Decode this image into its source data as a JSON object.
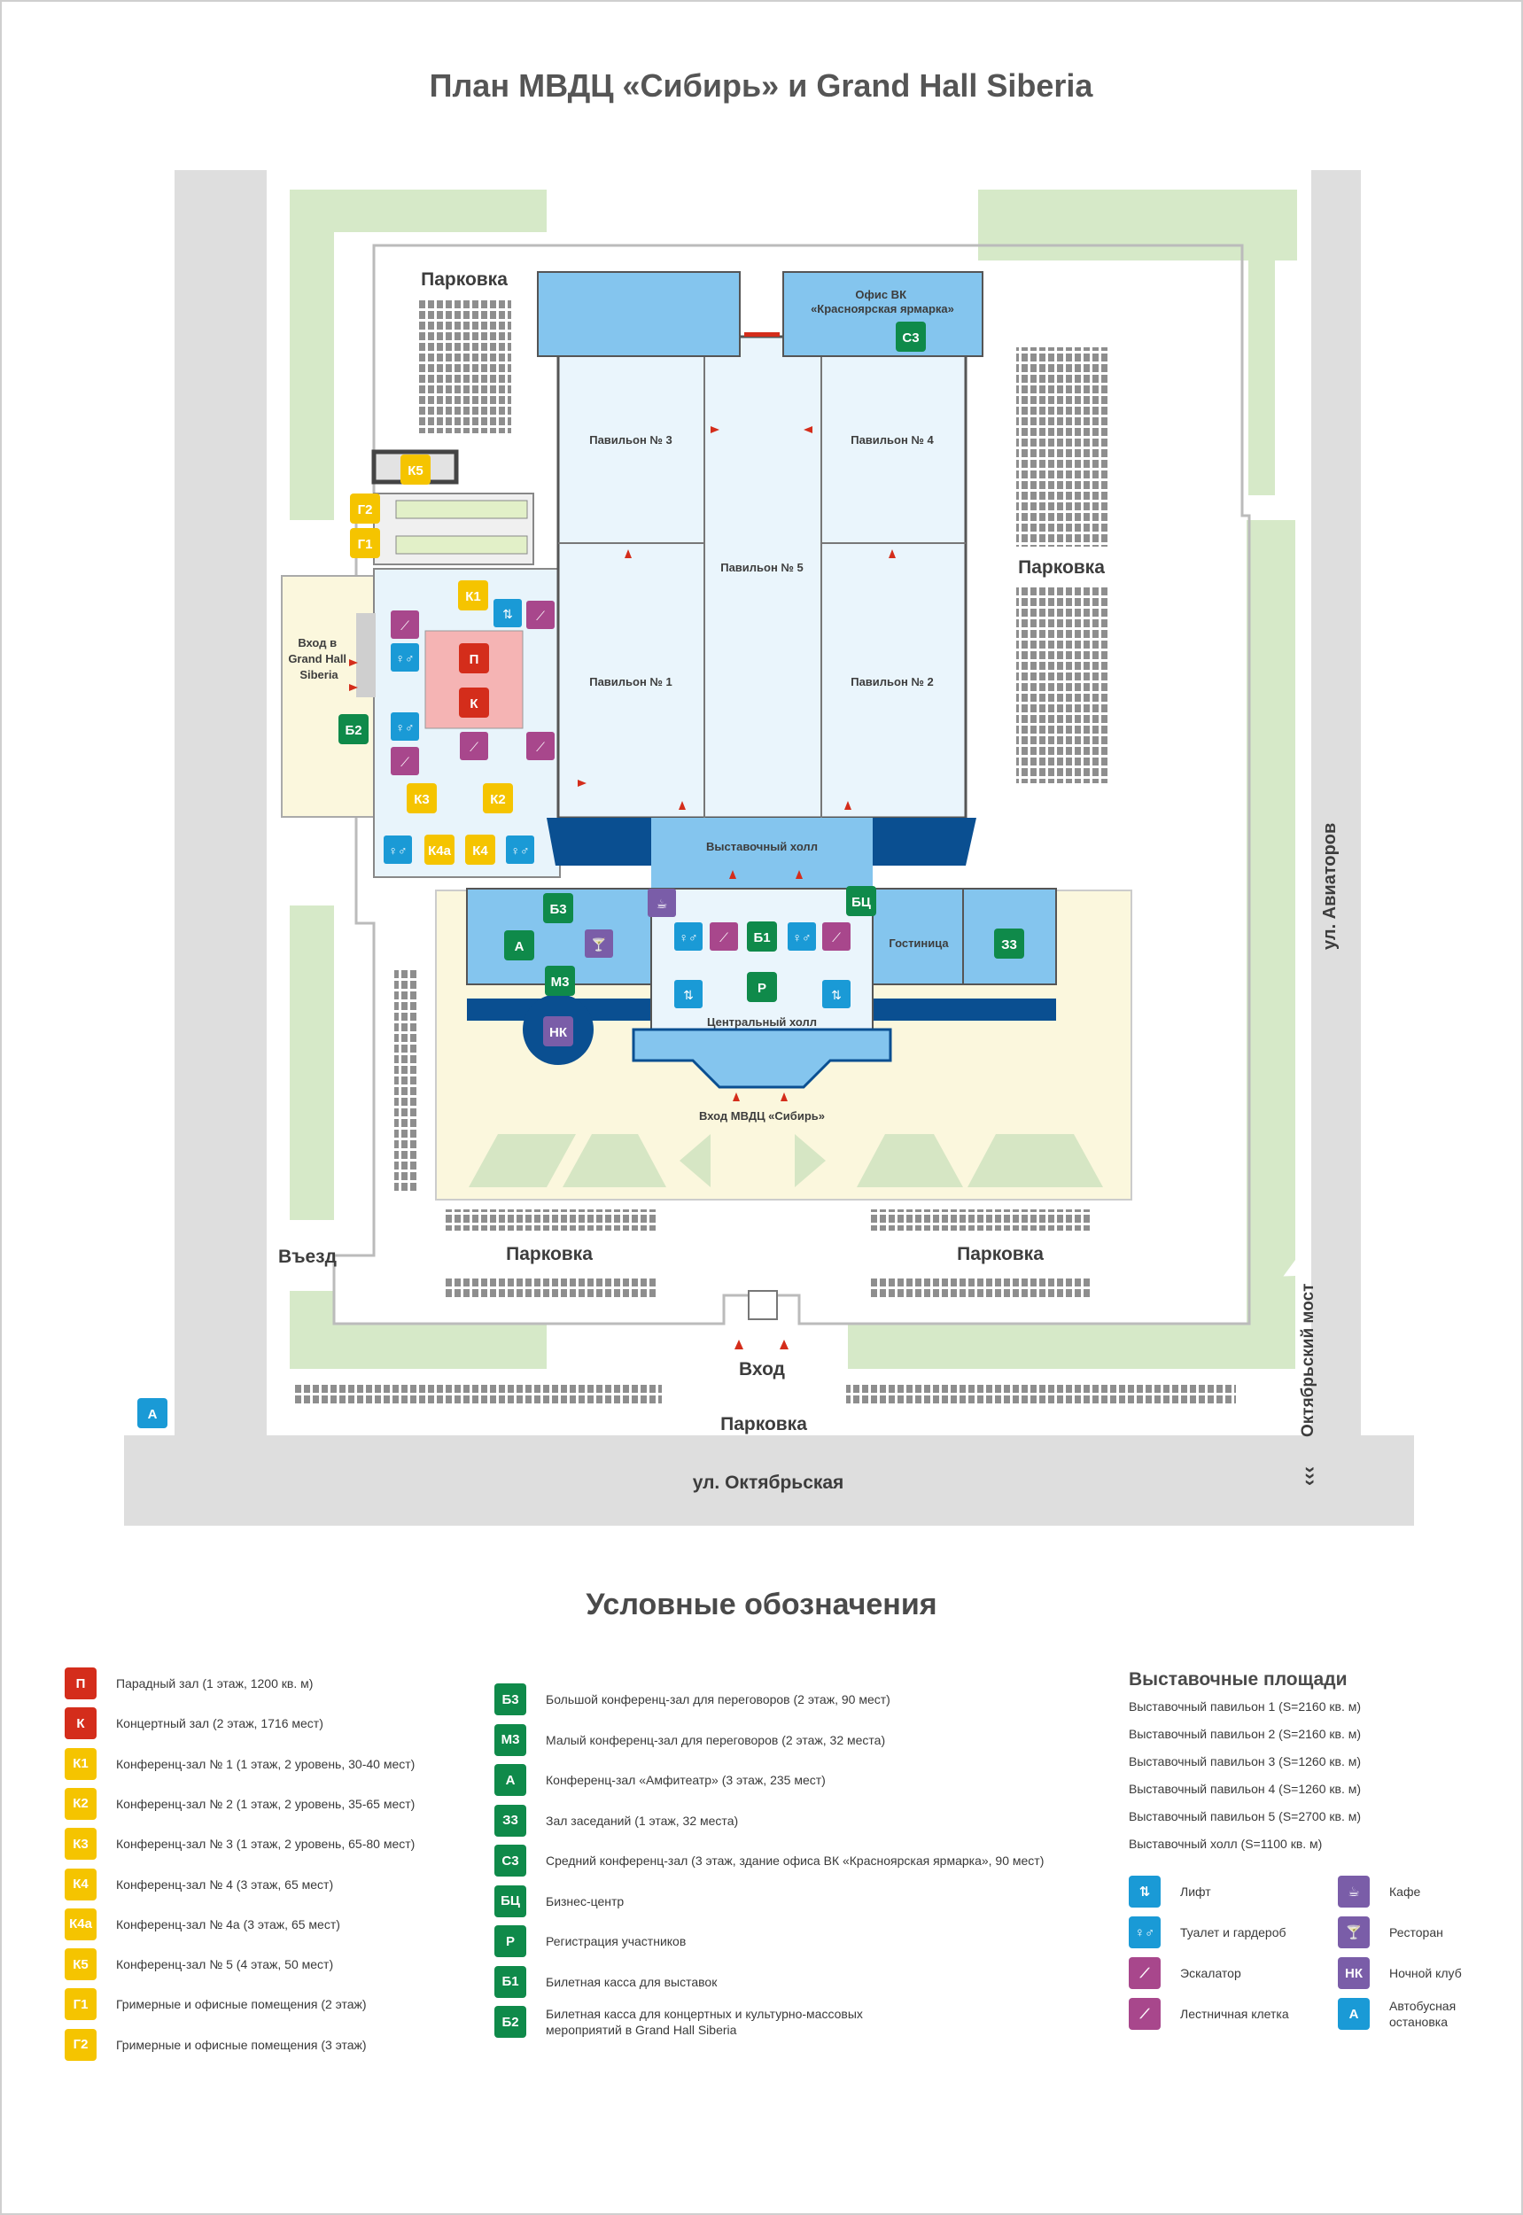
{
  "title": "План МВДЦ «Сибирь» и Grand Hall Siberia",
  "map": {
    "parking_top_left": "Парковка",
    "parking_right": "Парковка",
    "parking_bottom_left": "Парковка",
    "parking_bottom_right": "Парковка",
    "parking_bottom": "Парковка",
    "office_label": "Офис ВК\n«Красноярская ярмарка»",
    "pavilion_1": "Павильон № 1",
    "pavilion_2": "Павильон № 2",
    "pavilion_3": "Павильон № 3",
    "pavilion_4": "Павильон № 4",
    "pavilion_5": "Павильон № 5",
    "exhibition_hall": "Выставочный холл",
    "central_hall": "Центральный холл",
    "hotel": "Гостиница",
    "grand_hall_entrance": "Вход в\nGrand Hall\nSiberia",
    "main_entrance": "Вход МВДЦ «Сибирь»",
    "entry": "Въезд",
    "entrance": "Вход",
    "street_oktyabrskaya": "ул. Октябрьская",
    "street_aviatorov": "ул. Авиаторов",
    "bridge": "Октябрьский мост",
    "bridge_arrows": "‹‹‹"
  },
  "map_markers": {
    "k1": "К1",
    "k2": "К2",
    "k3": "К3",
    "k4": "К4",
    "k4a": "К4а",
    "k5": "К5",
    "g1": "Г1",
    "g2": "Г2",
    "p": "П",
    "k": "К",
    "b2": "Б2",
    "b3": "Б3",
    "a": "А",
    "m3": "М3",
    "nk": "НК",
    "b1": "Б1",
    "r": "Р",
    "bc": "БЦ",
    "z3": "З3",
    "s3": "С3",
    "bus": "А"
  },
  "legend": {
    "title": "Условные обозначения",
    "col1": [
      {
        "code": "П",
        "color": "red",
        "text": "Парадный зал (1 этаж, 1200 кв. м)"
      },
      {
        "code": "К",
        "color": "red",
        "text": "Концертный зал (2 этаж, 1716 мест)"
      },
      {
        "code": "К1",
        "color": "yellow",
        "text": "Конференц-зал № 1 (1 этаж, 2 уровень, 30-40 мест)"
      },
      {
        "code": "К2",
        "color": "yellow",
        "text": "Конференц-зал № 2 (1 этаж, 2 уровень, 35-65 мест)"
      },
      {
        "code": "К3",
        "color": "yellow",
        "text": "Конференц-зал № 3 (1 этаж, 2 уровень, 65-80 мест)"
      },
      {
        "code": "К4",
        "color": "yellow",
        "text": "Конференц-зал № 4 (3 этаж, 65 мест)"
      },
      {
        "code": "К4а",
        "color": "yellow",
        "text": "Конференц-зал № 4а (3 этаж, 65 мест)"
      },
      {
        "code": "К5",
        "color": "yellow",
        "text": "Конференц-зал № 5 (4 этаж, 50 мест)"
      },
      {
        "code": "Г1",
        "color": "yellow",
        "text": "Гримерные и офисные помещения (2 этаж)"
      },
      {
        "code": "Г2",
        "color": "yellow",
        "text": "Гримерные и офисные помещения (3 этаж)"
      }
    ],
    "col2": [
      {
        "code": "Б3",
        "color": "green",
        "text": "Большой конференц-зал для переговоров (2 этаж, 90 мест)"
      },
      {
        "code": "М3",
        "color": "green",
        "text": "Малый конференц-зал для переговоров (2 этаж, 32 места)"
      },
      {
        "code": "А",
        "color": "green",
        "text": "Конференц-зал «Амфитеатр» (3 этаж, 235 мест)"
      },
      {
        "code": "З3",
        "color": "green",
        "text": "Зал заседаний (1 этаж, 32 места)"
      },
      {
        "code": "С3",
        "color": "green",
        "text": "Средний конференц-зал (3 этаж, здание офиса ВК «Красноярская ярмарка», 90 мест)"
      },
      {
        "code": "БЦ",
        "color": "green",
        "text": "Бизнес-центр"
      },
      {
        "code": "Р",
        "color": "green",
        "text": "Регистрация участников"
      },
      {
        "code": "Б1",
        "color": "green",
        "text": "Билетная касса для выставок"
      },
      {
        "code": "Б2",
        "color": "green",
        "text": "Билетная касса для концертных и культурно-массовых мероприятий в Grand Hall Siberia"
      }
    ],
    "areas_title": "Выставочные площади",
    "areas": [
      "Выставочный павильон 1 (S=2160 кв. м)",
      "Выставочный павильон 2 (S=2160 кв. м)",
      "Выставочный павильон 3 (S=1260 кв. м)",
      "Выставочный павильон 4 (S=1260 кв. м)",
      "Выставочный павильон 5 (S=2700 кв. м)",
      "Выставочный холл (S=1100 кв. м)"
    ],
    "icons": [
      {
        "icon": "elevator-icon",
        "color": "blue",
        "text": "Лифт"
      },
      {
        "icon": "restroom-icon",
        "color": "blue",
        "text": "Туалет и гардероб"
      },
      {
        "icon": "escalator-icon",
        "color": "magenta",
        "text": "Эскалатор"
      },
      {
        "icon": "stairs-icon",
        "color": "magenta",
        "text": "Лестничная клетка"
      },
      {
        "icon": "cafe-icon",
        "color": "purple",
        "text": "Кафе"
      },
      {
        "icon": "restaurant-icon",
        "color": "purple",
        "text": "Ресторан"
      },
      {
        "icon": "nightclub-badge",
        "color": "purple",
        "text": "Ночной клуб",
        "code": "НК"
      },
      {
        "icon": "bus-stop-badge",
        "color": "blue",
        "text": "Автобусная\nостановка",
        "code": "А"
      }
    ]
  }
}
